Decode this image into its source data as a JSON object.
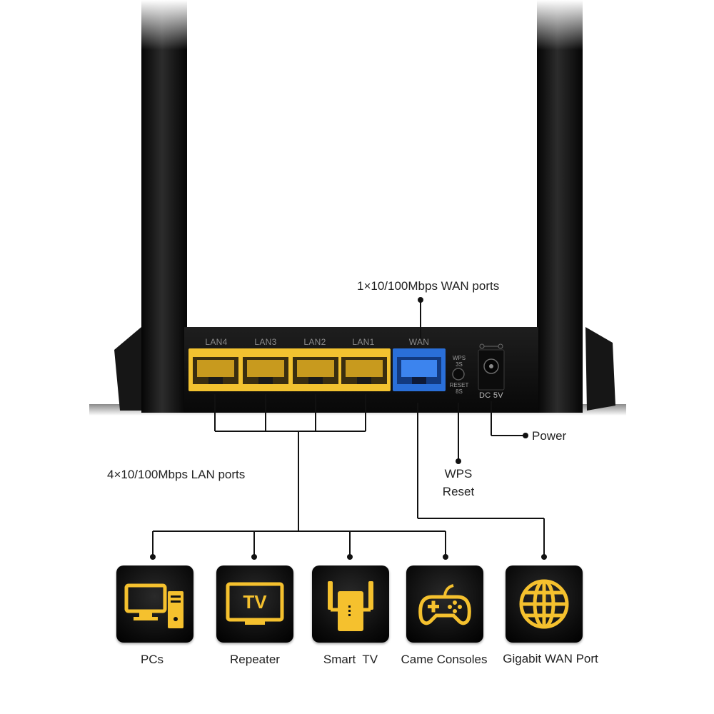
{
  "callouts": {
    "wan_ports": "1×10/100Mbps WAN ports",
    "lan_ports": "4×10/100Mbps LAN ports",
    "power": "Power",
    "wps_line1": "WPS",
    "wps_line2": "Reset"
  },
  "router": {
    "port_labels": [
      "LAN4",
      "LAN3",
      "LAN2",
      "LAN1"
    ],
    "wan_label": "WAN",
    "button_top_1": "WPS",
    "button_top_2": "3S",
    "button_bottom_1": "RESET",
    "button_bottom_2": "8S",
    "dc_label": "DC 5V",
    "colors": {
      "lan": "#f2c230",
      "wan": "#2a6fd8",
      "body": "#141414"
    }
  },
  "devices": [
    {
      "label": "PCs",
      "icon": "pc-icon"
    },
    {
      "label": "Repeater",
      "icon": "tv-icon"
    },
    {
      "label": "Smart  TV",
      "icon": "repeater-icon"
    },
    {
      "label": "Came Consoles",
      "icon": "gamepad-icon"
    },
    {
      "label": "Gigabit WAN Port",
      "icon": "globe-icon"
    }
  ],
  "icon_color": "#f5c12e"
}
